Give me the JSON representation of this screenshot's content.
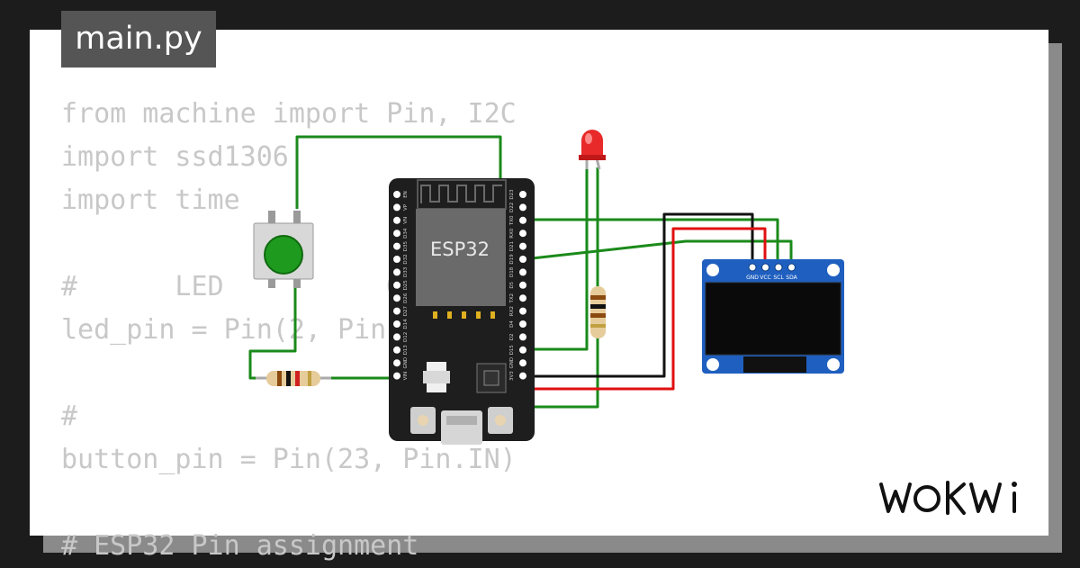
{
  "file_tab": {
    "label": "main.py"
  },
  "code_lines": [
    "from machine import Pin, I2C",
    "import ssd1306",
    "import time",
    "",
    "#      LED          GPIO",
    "led_pin = Pin(2, Pin.OUT)",
    "",
    "#",
    "button_pin = Pin(23, Pin.IN)",
    "",
    "# ESP32 Pin assignment"
  ],
  "esp32": {
    "label": "ESP32",
    "left_pins": [
      "EN",
      "VP",
      "VN",
      "D34",
      "D35",
      "D32",
      "D33",
      "D25",
      "D26",
      "D27",
      "D14",
      "D12",
      "D13",
      "GND",
      "VIN"
    ],
    "right_pins": [
      "D23",
      "D22",
      "TX0",
      "RX0",
      "D21",
      "D19",
      "D18",
      "D5",
      "TX2",
      "RX2",
      "D4",
      "D2",
      "D15",
      "GND",
      "3V3"
    ]
  },
  "oled": {
    "pins": [
      "GND",
      "VCC",
      "SCL",
      "SDA"
    ]
  },
  "brand": {
    "logo": "WOKWi"
  },
  "colors": {
    "wire_green": "#1a8a1a",
    "wire_red": "#e01010",
    "wire_black": "#111111",
    "board": "#1e1e1e",
    "oled_pcb": "#1f5fbf"
  }
}
